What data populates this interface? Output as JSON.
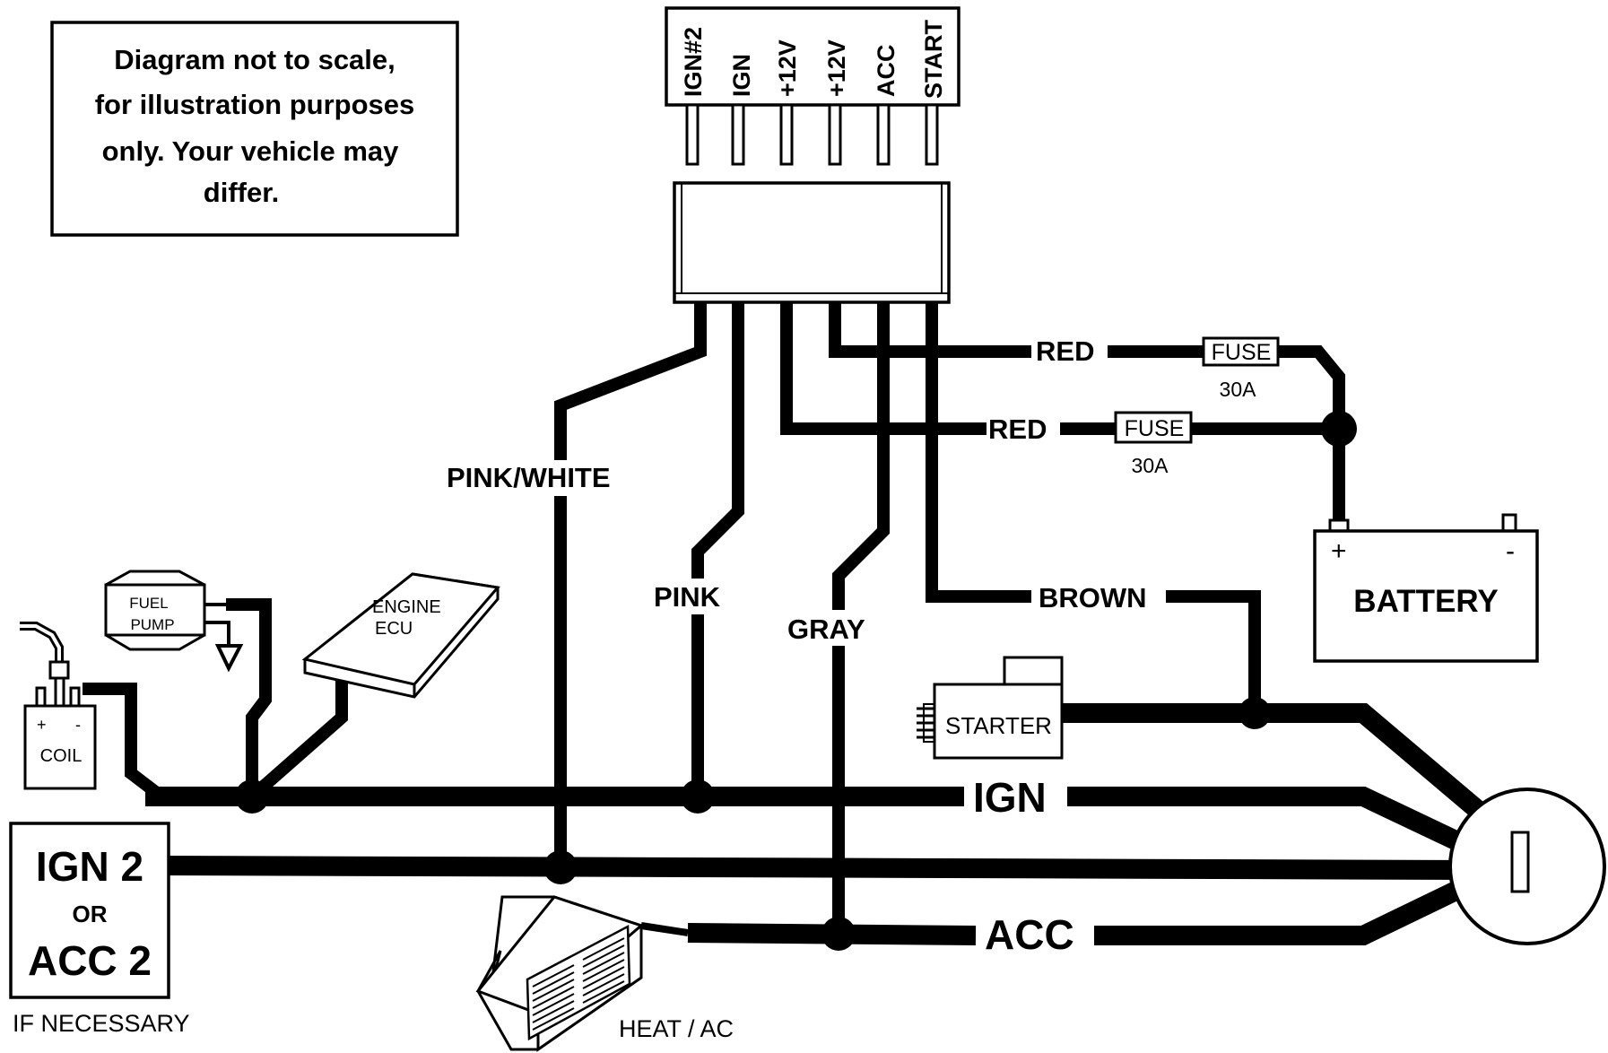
{
  "note": {
    "lines": [
      "Diagram not to scale,",
      "for illustration purposes",
      "only. Your vehicle may",
      "differ."
    ]
  },
  "connector": {
    "pins": [
      "IGN#2",
      "IGN",
      "+12V",
      "+12V",
      "ACC",
      "START"
    ]
  },
  "wires": {
    "pink_white": "PINK/WHITE",
    "pink": "PINK",
    "gray": "GRAY",
    "red_upper": "RED",
    "red_lower": "RED",
    "brown": "BROWN",
    "ign": "IGN",
    "acc": "ACC"
  },
  "fuses": {
    "upper": {
      "label": "FUSE",
      "rating": "30A"
    },
    "lower": {
      "label": "FUSE",
      "rating": "30A"
    }
  },
  "battery": {
    "label": "BATTERY",
    "plus": "+",
    "minus": "-"
  },
  "starter": {
    "label": "STARTER"
  },
  "fuel_pump": {
    "line1": "FUEL",
    "line2": "PUMP"
  },
  "engine_ecu": {
    "line1": "ENGINE",
    "line2": "ECU"
  },
  "coil": {
    "label": "COIL",
    "plus": "+",
    "minus": "-"
  },
  "ign2_box": {
    "line1": "IGN 2",
    "line2": "OR",
    "line3": "ACC 2",
    "caption": "IF NECESSARY"
  },
  "heat_ac": {
    "label": "HEAT / AC"
  }
}
